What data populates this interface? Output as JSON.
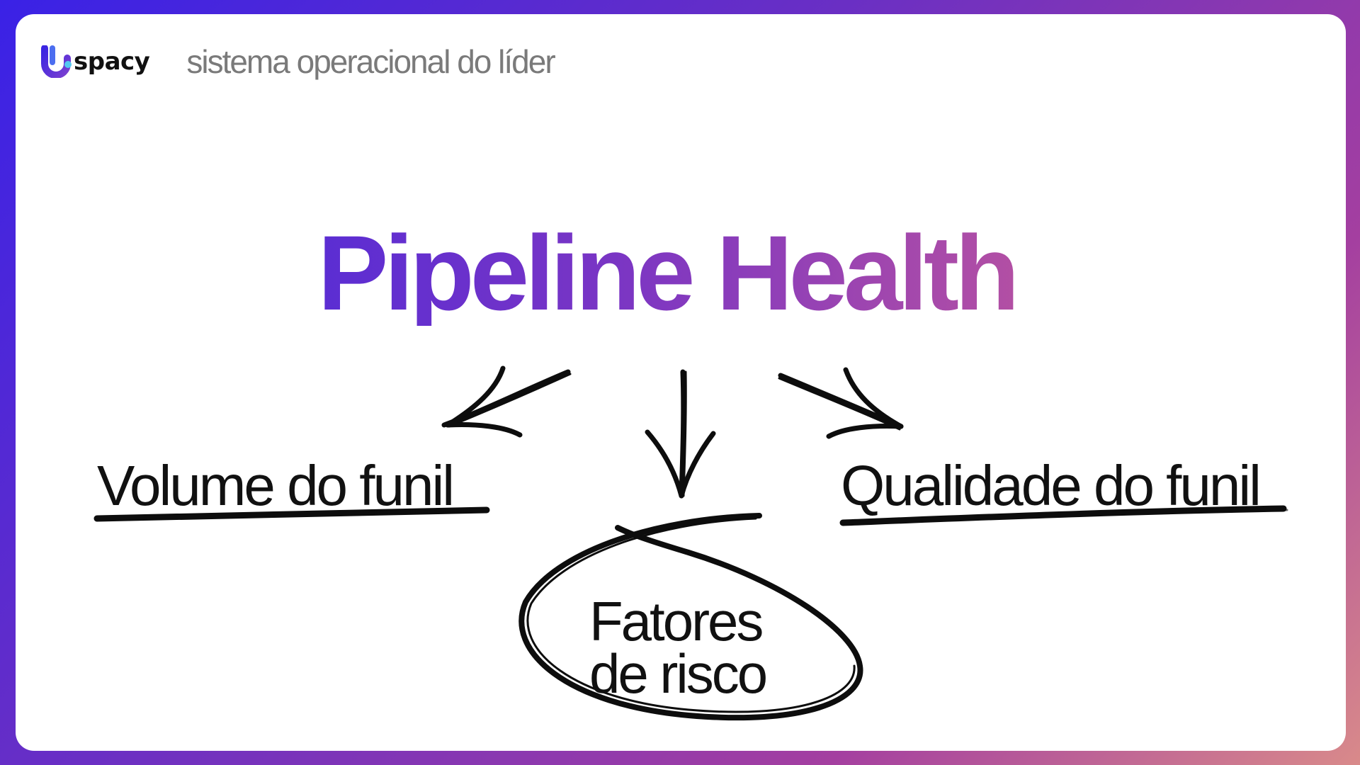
{
  "brand": {
    "logo_text": "spacy",
    "logo_icon": "u-logo-icon",
    "tagline": "sistema operacional do líder",
    "colors": {
      "gradient_start": "#3b25e2",
      "gradient_mid": "#a43fa0",
      "gradient_end": "#d99494"
    }
  },
  "title": "Pipeline Health",
  "branches": {
    "left": "Volume do funil",
    "right": "Qualidade do funil",
    "center_line1": "Fatores",
    "center_line2": "de risco"
  }
}
